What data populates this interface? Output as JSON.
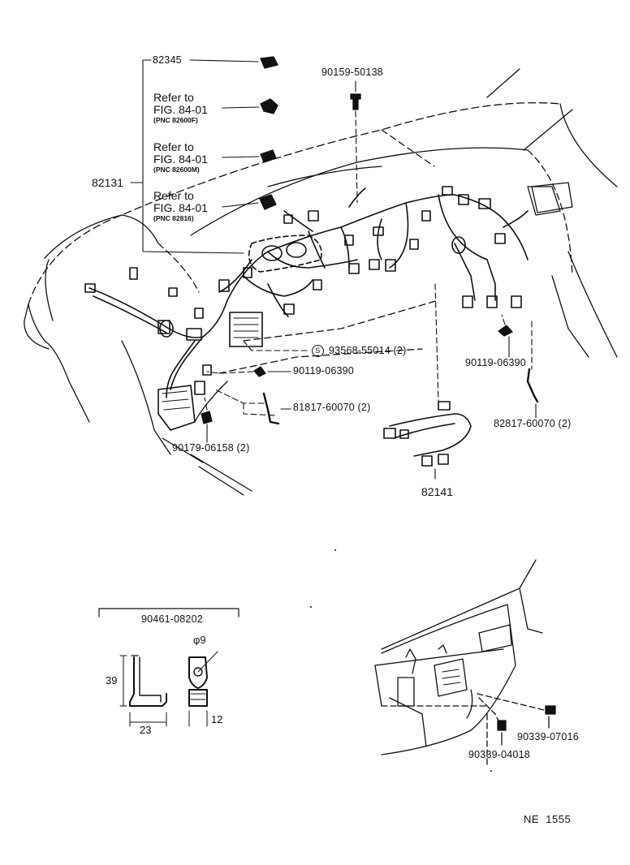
{
  "diagram": {
    "parts": {
      "p82345": "82345",
      "p82131": "82131",
      "p90159": "90159-50138",
      "p93568": "93568-55014 (2)",
      "p93568_mark": "S",
      "p90119a": "90119-06390",
      "p90119b": "90119-06390",
      "p81817": "81817-60070 (2)",
      "p82817": "82817-60070 (2)",
      "p90179": "90179-06158 (2)",
      "p82141": "82141",
      "p90461": "90461-08202",
      "p90339a": "90339-07016",
      "p90339b": "90339-04018"
    },
    "refs": [
      {
        "refer": "Refer to",
        "fig": "FIG. 84-01",
        "pnc": "(PNC 82600F)"
      },
      {
        "refer": "Refer to",
        "fig": "FIG. 84-01",
        "pnc": "(PNC 82600M)"
      },
      {
        "refer": "Refer to",
        "fig": "FIG. 84-01",
        "pnc": "(PNC 82816)"
      }
    ],
    "dimensions": {
      "phi": "φ9",
      "height": "39",
      "width": "23",
      "strap": "12"
    },
    "footer_code": "NE  1555"
  }
}
